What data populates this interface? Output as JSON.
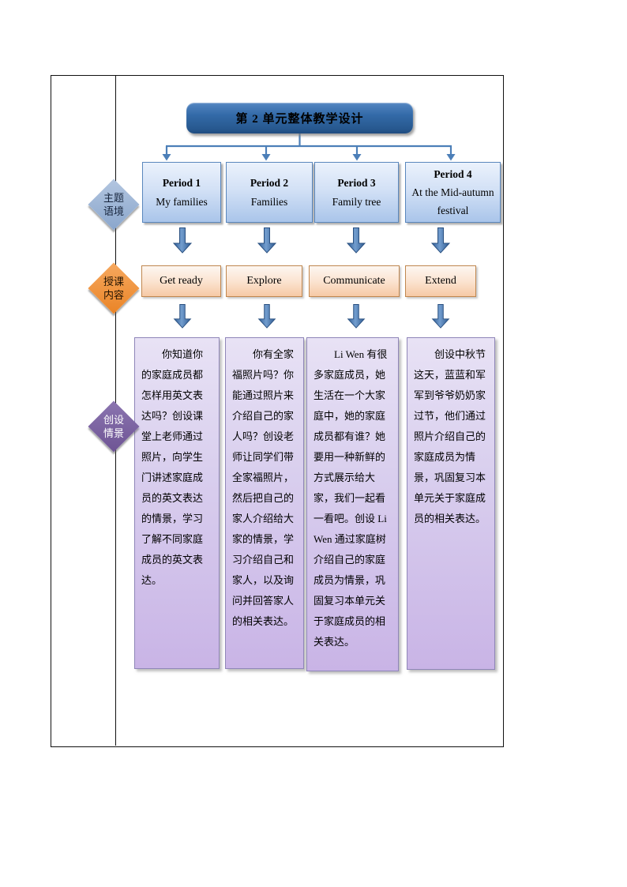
{
  "banner": {
    "title": "第 2 单元整体教学设计"
  },
  "diamonds": [
    {
      "line1": "主题",
      "line2": "语境"
    },
    {
      "line1": "授课",
      "line2": "内容"
    },
    {
      "line1": "创设",
      "line2": "情景"
    }
  ],
  "periods": [
    {
      "title": "Period 1",
      "subtitle": "My families"
    },
    {
      "title": "Period 2",
      "subtitle": "Families"
    },
    {
      "title": "Period 3",
      "subtitle": "Family tree"
    },
    {
      "title": "Period 4",
      "subtitle": "At the Mid-autumn festival"
    }
  ],
  "stages": [
    {
      "label": "Get ready"
    },
    {
      "label": "Explore"
    },
    {
      "label": "Communicate"
    },
    {
      "label": "Extend"
    }
  ],
  "scenarios": [
    {
      "text": "你知道你的家庭成员都怎样用英文表达吗？创设课堂上老师通过照片，向学生门讲述家庭成员的英文表达的情景，学习了解不同家庭成员的英文表达。"
    },
    {
      "text": "你有全家福照片吗？你能通过照片来介绍自己的家人吗？创设老师让同学们带全家福照片，然后把自己的家人介绍给大家的情景，学习介绍自己和家人，以及询问并回答家人的相关表达。"
    },
    {
      "text": "Li Wen 有很多家庭成员，她生活在一个大家庭中，她的家庭成员都有谁？她要用一种新鲜的方式展示给大家，我们一起看一看吧。创设 Li Wen 通过家庭树介绍自己的家庭成员为情景，巩固复习本单元关于家庭成员的相关表达。"
    },
    {
      "text": "创设中秋节这天，蓝蓝和军军到爷爷奶奶家过节，他们通过照片介绍自己的家庭成员为情景，巩固复习本单元关于家庭成员的相关表达。"
    }
  ],
  "colors": {
    "banner_blue": "#2e62a1",
    "connector_blue": "#4c7fb8",
    "period_box_border": "#5a87bd",
    "period_box_fill_top": "#ebf2fc",
    "period_box_fill_bottom": "#aac5ea",
    "stage_box_border": "#c0874f",
    "stage_box_fill_top": "#fdf7f1",
    "stage_box_fill_bottom": "#f6c9a5",
    "scenario_box_border": "#8f86b8",
    "scenario_box_fill_top": "#e8e2f5",
    "scenario_box_fill_bottom": "#c9b4e6",
    "diamond_blue": "#9bb3d4",
    "diamond_orange": "#f0913d",
    "diamond_purple": "#7b63a2",
    "block_arrow_blue": "#3a68a0",
    "table_border": "#111111"
  }
}
